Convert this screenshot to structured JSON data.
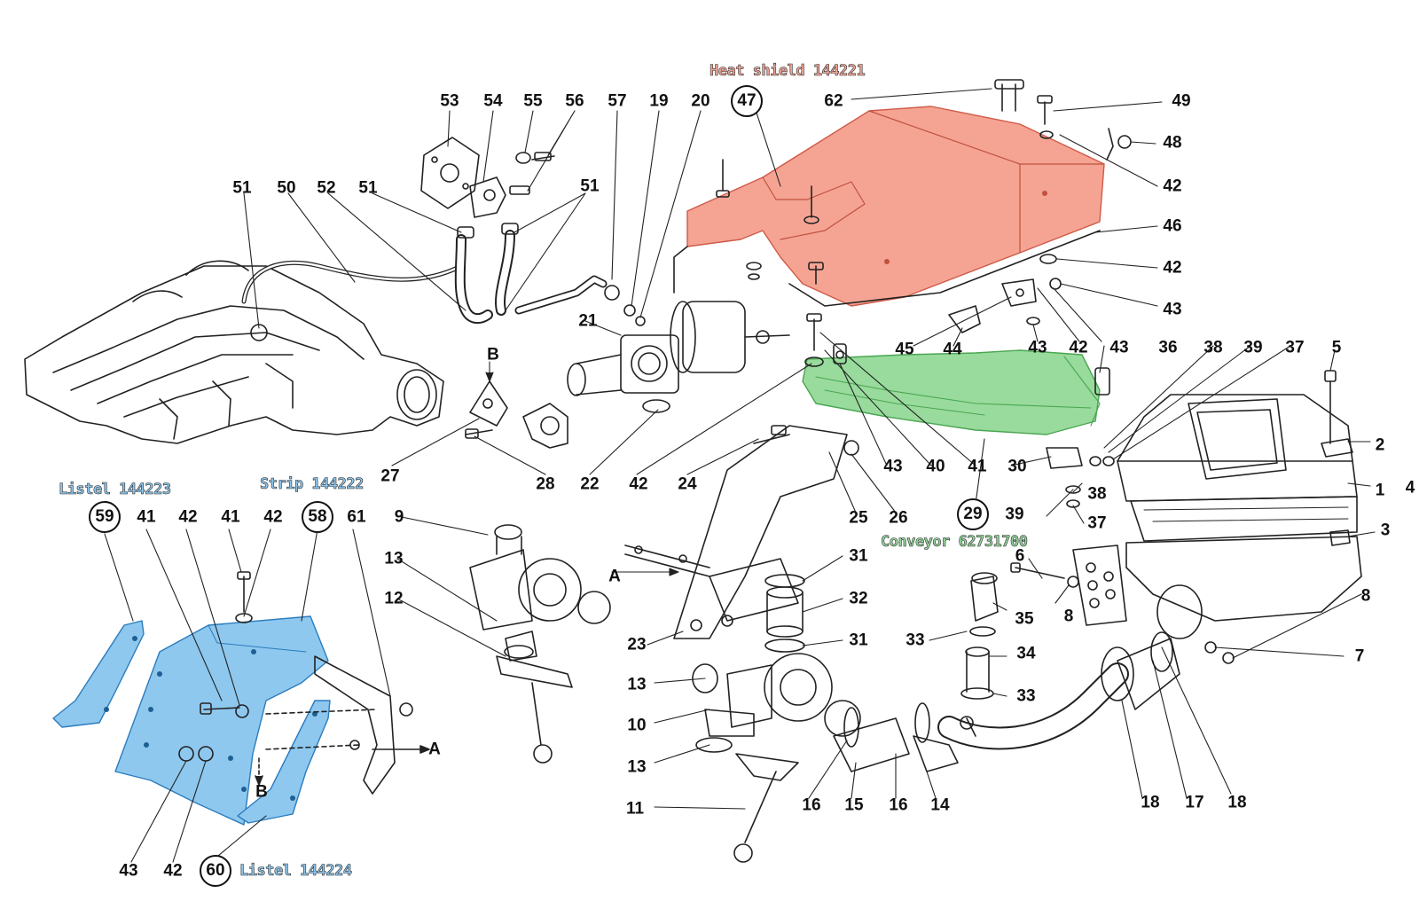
{
  "colors": {
    "heat_shield_fill": "#f5a493",
    "conveyor_fill": "#98db9c",
    "listel_fill": "#8ec8ef",
    "line": "#222222"
  },
  "tags": {
    "heat_shield": "Heat shield 144221",
    "conveyor": "Conveyor 62731700",
    "strip": "Strip 144222",
    "listel_59": "Listel 144223",
    "listel_60": "Listel 144224"
  },
  "callouts": {
    "c47": "47",
    "c29": "29",
    "c59": "59",
    "c58": "58",
    "c60": "60"
  },
  "labels": {
    "l53": "53",
    "l54": "54",
    "l55": "55",
    "l56": "56",
    "l57": "57",
    "l19": "19",
    "l20": "20",
    "l62": "62",
    "l49": "49",
    "l48": "48",
    "l42a": "42",
    "l46": "46",
    "l42b": "42",
    "l43a": "43",
    "l51a": "51",
    "l50": "50",
    "l52": "52",
    "l51b": "51",
    "l51c": "51",
    "l21": "21",
    "lB1": "B",
    "l45": "45",
    "l44": "44",
    "l43b": "43",
    "l42c": "42",
    "l43c": "43",
    "l36": "36",
    "l38a": "38",
    "l39a": "39",
    "l37a": "37",
    "l5": "5",
    "l2": "2",
    "l1": "1",
    "l4": "4",
    "l3": "3",
    "l27": "27",
    "l28": "28",
    "l22": "22",
    "l42d": "42",
    "l24": "24",
    "l43d": "43",
    "l40": "40",
    "l41a": "41",
    "l30": "30",
    "l38b": "38",
    "l39b": "39",
    "l37b": "37",
    "l25": "25",
    "l26": "26",
    "l41b": "41",
    "l42e": "42",
    "l41c": "41",
    "l42f": "42",
    "l61": "61",
    "l9": "9",
    "l13a": "13",
    "l12": "12",
    "lA1": "A",
    "l31a": "31",
    "l32": "32",
    "l31b": "31",
    "l6": "6",
    "l8a": "8",
    "l35": "35",
    "l33a": "33",
    "l34": "34",
    "l33b": "33",
    "l8b": "8",
    "l7": "7",
    "l23": "23",
    "l13b": "13",
    "l10": "10",
    "l13c": "13",
    "l11": "11",
    "l16a": "16",
    "l15": "15",
    "l16b": "16",
    "l14": "14",
    "l18a": "18",
    "l17": "17",
    "l18b": "18",
    "lA2": "A",
    "lB2": "B",
    "l43e": "43",
    "l42g": "42"
  }
}
